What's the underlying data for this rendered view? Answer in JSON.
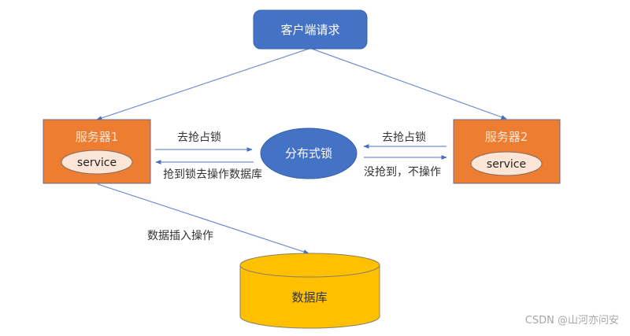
{
  "diagram": {
    "client": {
      "label": "客户端请求"
    },
    "lock": {
      "label": "分布式锁"
    },
    "server1": {
      "label": "服务器1",
      "service": "service"
    },
    "server2": {
      "label": "服务器2",
      "service": "service"
    },
    "database": {
      "label": "数据库"
    },
    "edges": {
      "s1_to_lock": "去抢占锁",
      "lock_to_s1": "抢到锁去操作数据库",
      "s2_to_lock": "去抢占锁",
      "lock_to_s2": "没抢到，不操作",
      "s1_to_db": "数据插入操作"
    },
    "colors": {
      "blue": "#4472c4",
      "orange": "#ed7d31",
      "gold": "#ffc000",
      "service_fill": "#fbe5d6",
      "line": "#6f8fd0"
    }
  },
  "watermark": "CSDN @山河亦问安"
}
